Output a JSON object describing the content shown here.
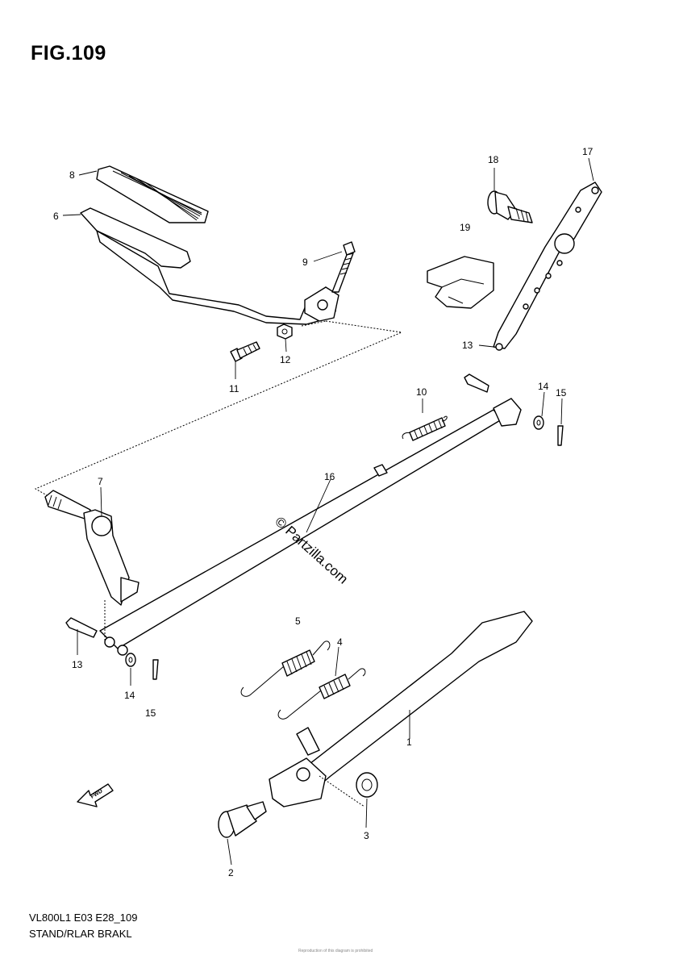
{
  "figure": {
    "title": "FIG.109",
    "code": "VL800L1 E03 E28_109",
    "name": "STAND/RLAR BRAKL",
    "watermark": "© Partzilla.com",
    "fwd_label": "FWD",
    "fine_print": "Reproduction of this diagram is prohibited"
  },
  "callouts": [
    {
      "id": "c1",
      "label": "1"
    },
    {
      "id": "c2",
      "label": "2"
    },
    {
      "id": "c3",
      "label": "3"
    },
    {
      "id": "c4",
      "label": "4"
    },
    {
      "id": "c5",
      "label": "5"
    },
    {
      "id": "c6",
      "label": "6"
    },
    {
      "id": "c7",
      "label": "7"
    },
    {
      "id": "c8",
      "label": "8"
    },
    {
      "id": "c9",
      "label": "9"
    },
    {
      "id": "c10",
      "label": "10"
    },
    {
      "id": "c11",
      "label": "11"
    },
    {
      "id": "c12",
      "label": "12"
    },
    {
      "id": "c13a",
      "label": "13"
    },
    {
      "id": "c13b",
      "label": "13"
    },
    {
      "id": "c14a",
      "label": "14"
    },
    {
      "id": "c14b",
      "label": "14"
    },
    {
      "id": "c15a",
      "label": "15"
    },
    {
      "id": "c15b",
      "label": "15"
    },
    {
      "id": "c16",
      "label": "16"
    },
    {
      "id": "c17",
      "label": "17"
    },
    {
      "id": "c18",
      "label": "18"
    },
    {
      "id": "c19",
      "label": "19"
    }
  ]
}
